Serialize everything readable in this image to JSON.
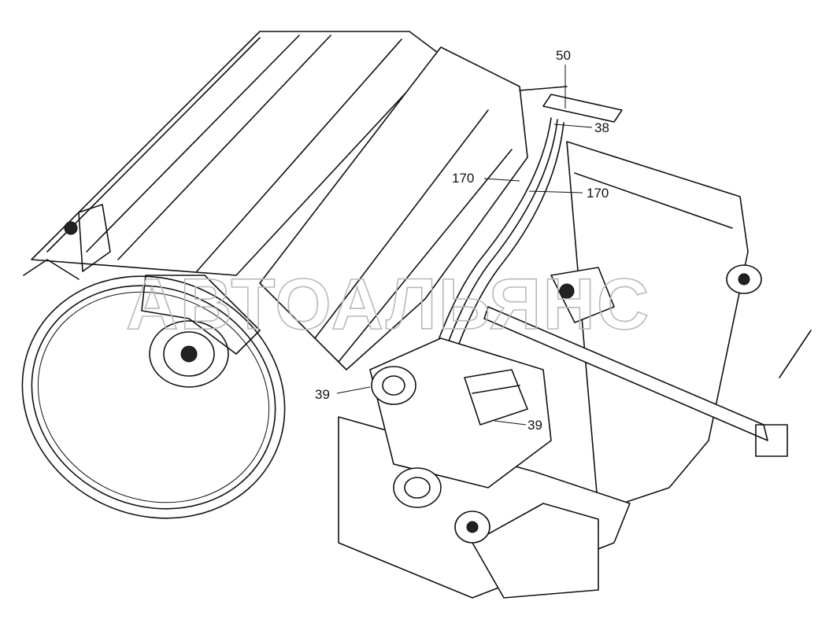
{
  "callouts": {
    "c50": "50",
    "c38": "38",
    "c170a": "170",
    "c170b": "170",
    "c39a": "39",
    "c39b": "39"
  },
  "watermark": "АВТОАЛЬЯНС"
}
